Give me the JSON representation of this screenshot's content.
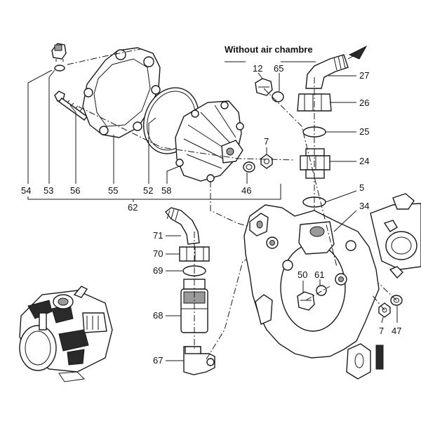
{
  "title": "Without air chambre",
  "labels": {
    "p54": "54",
    "p53": "53",
    "p56": "56",
    "p55": "55",
    "p52": "52",
    "p58": "58",
    "p46": "46",
    "p7a": "7",
    "p62": "62",
    "p12": "12",
    "p65": "65",
    "p27": "27",
    "p26": "26",
    "p25": "25",
    "p24": "24",
    "p5": "5",
    "p34": "34",
    "p71": "71",
    "p70": "70",
    "p69": "69",
    "p68": "68",
    "p67": "67",
    "p50": "50",
    "p61": "61",
    "p7b": "7",
    "p47": "47"
  }
}
